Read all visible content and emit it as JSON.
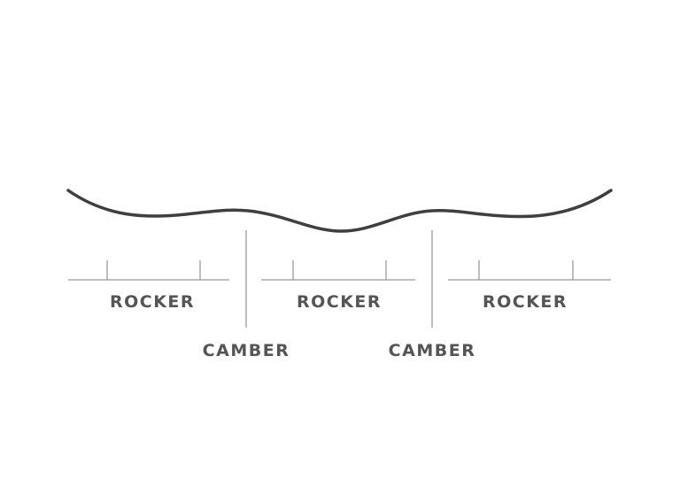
{
  "diagram": {
    "colors": {
      "profile": "#3f3f3f",
      "lines": "#9a9a9a",
      "text": "#555555"
    },
    "labels": {
      "rocker_1": "ROCKER",
      "rocker_2": "ROCKER",
      "rocker_3": "ROCKER",
      "camber_1": "CAMBER",
      "camber_2": "CAMBER"
    }
  }
}
